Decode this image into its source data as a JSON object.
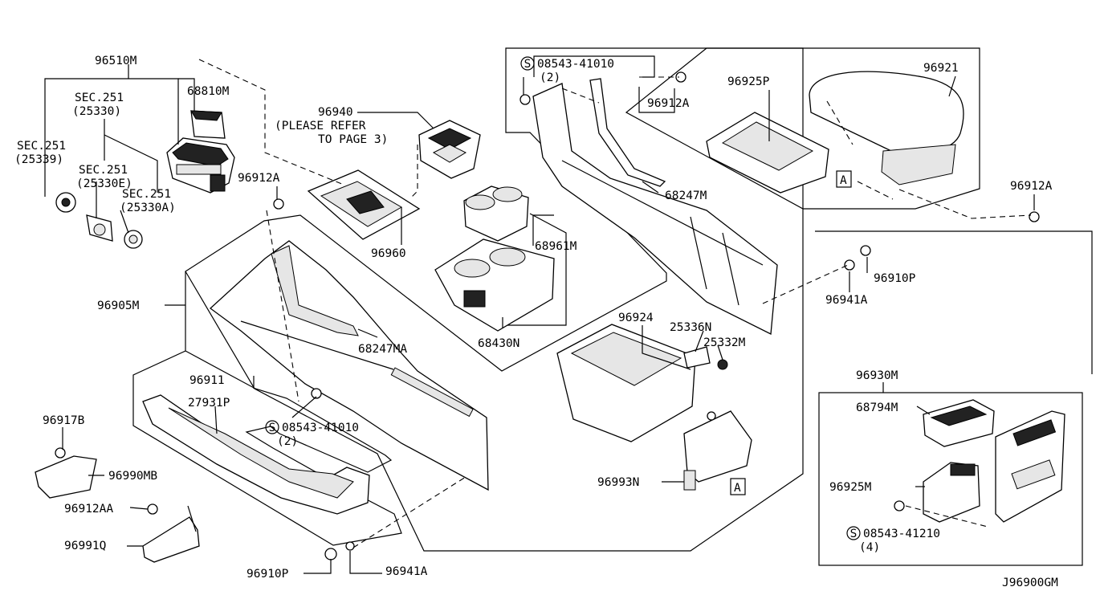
{
  "diagram_id": "J96900GM",
  "labels": {
    "p96510M": "96510M",
    "sec251a": "SEC.251",
    "ref25330": "(25330)",
    "p68810M": "68810M",
    "sec251b": "SEC.251",
    "ref25339": "(25339)",
    "sec251c": "SEC.251",
    "ref25330E": "(25330E)",
    "sec251d": "SEC.251",
    "ref25330A": "(25330A)",
    "p96940": "96940",
    "pleaseRefer": "(PLEASE REFER",
    "toPage3": "TO PAGE 3)",
    "p96912A_1": "96912A",
    "p96960": "96960",
    "s08543_41010_top": "08543-41010",
    "qty2_top": "(2)",
    "p96912A_2": "96912A",
    "p96925P": "96925P",
    "p96921": "96921",
    "p68247M": "68247M",
    "calloutA_1": "A",
    "p96912A_3": "96912A",
    "p68961M": "68961M",
    "p68430N": "68430N",
    "p96905M": "96905M",
    "p68247MA": "68247MA",
    "p96910P_1": "96910P",
    "p96941A_1": "96941A",
    "p96924": "96924",
    "p25336N": "25336N",
    "p25332M": "25332M",
    "p96911": "96911",
    "p27931P": "27931P",
    "s08543_41010_bot": "08543-41010",
    "qty2_bot": "(2)",
    "p96917B": "96917B",
    "p96990MB": "96990MB",
    "p96912AA": "96912AA",
    "p96991Q": "96991Q",
    "p96910P_2": "96910P",
    "p96941A_2": "96941A",
    "p96993N": "96993N",
    "calloutA_2": "A",
    "p96930M": "96930M",
    "p68794M": "68794M",
    "p96925M": "96925M",
    "s08543_41210": "08543-41210",
    "qty4": "(4)",
    "footerCode": "J96900GM"
  },
  "symbols": {
    "screw": "S"
  }
}
